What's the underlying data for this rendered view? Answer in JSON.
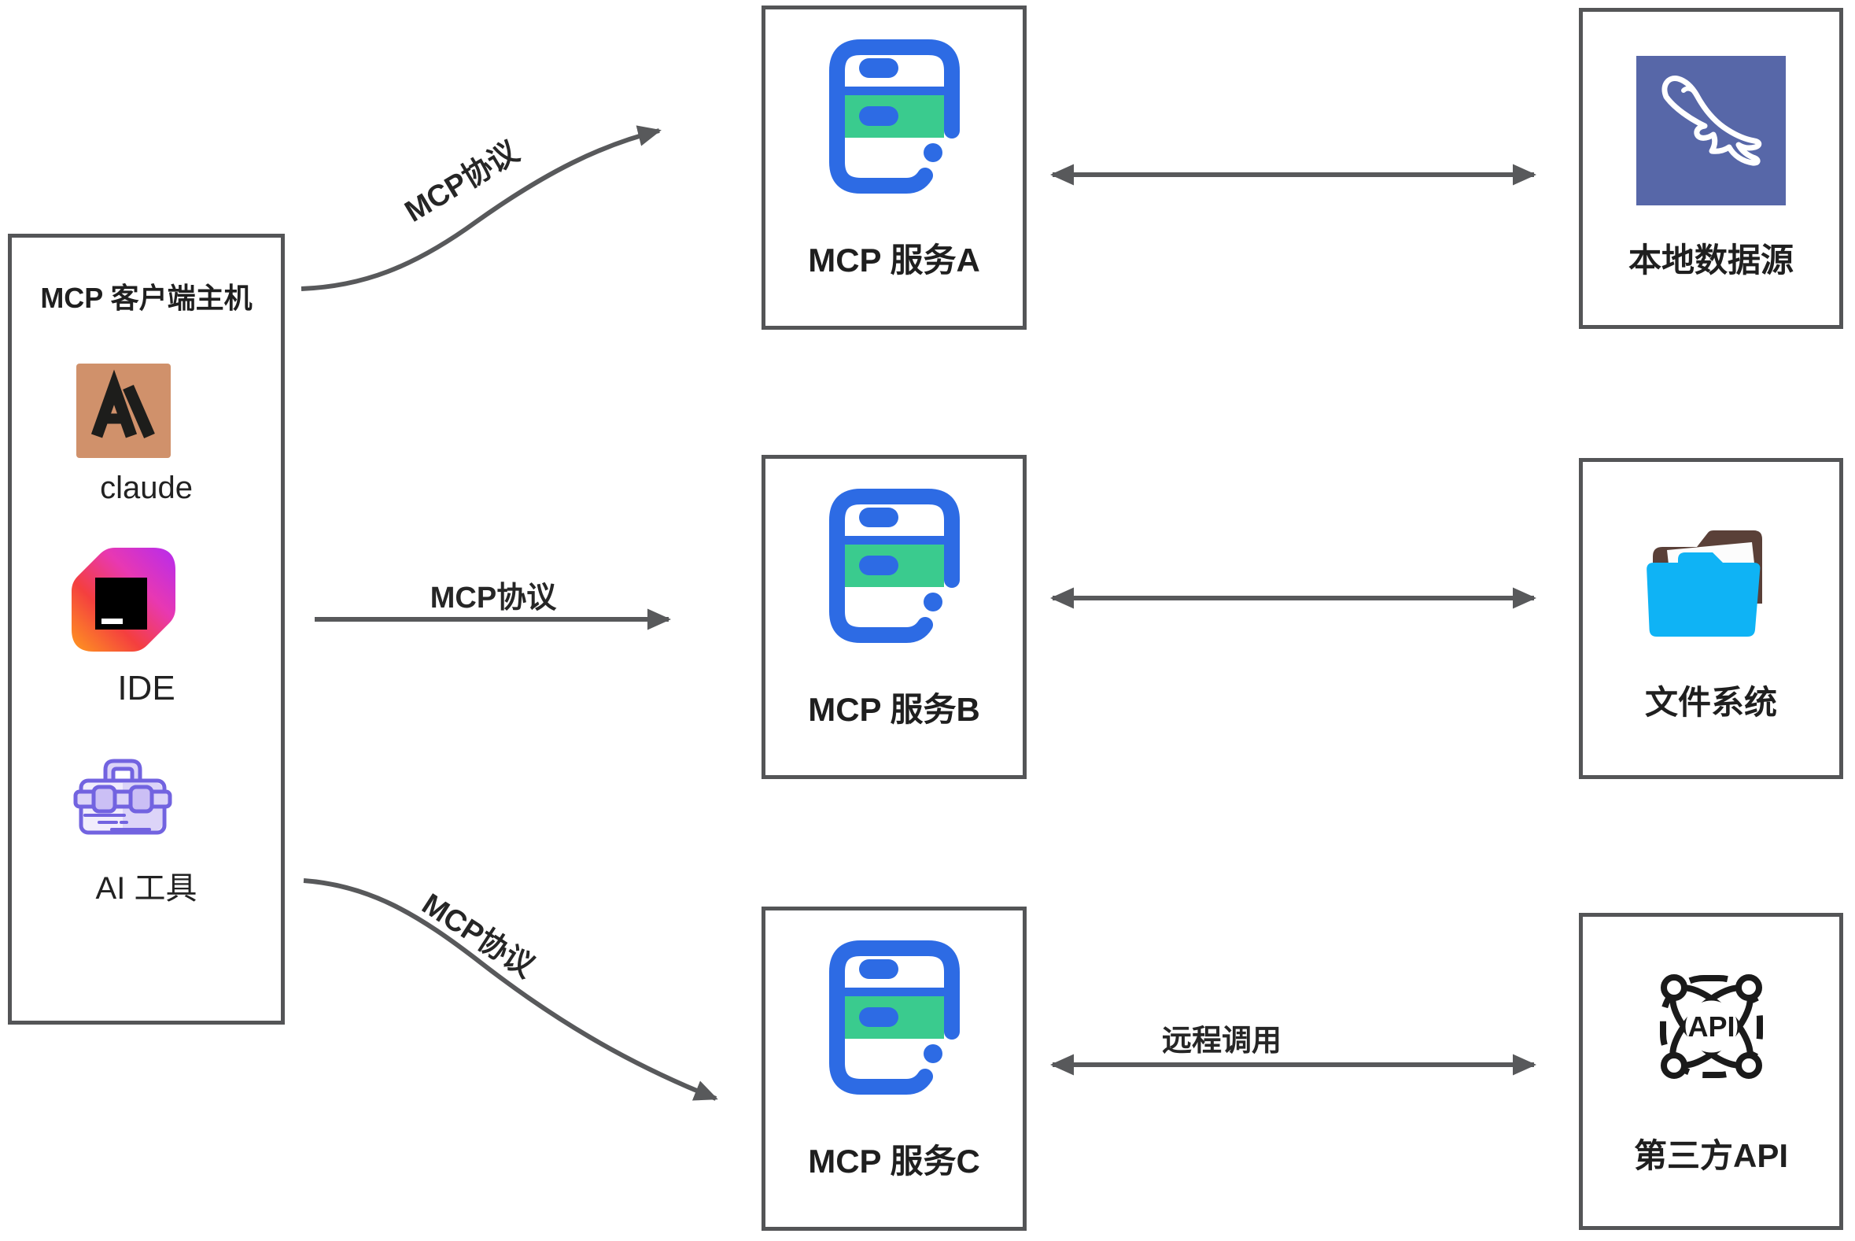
{
  "client": {
    "title": "MCP 客户端主机",
    "items": [
      {
        "label": "claude"
      },
      {
        "label": "IDE"
      },
      {
        "label": "AI 工具"
      }
    ]
  },
  "servers": [
    {
      "label": "MCP 服务A"
    },
    {
      "label": "MCP 服务B"
    },
    {
      "label": "MCP 服务C"
    }
  ],
  "resources": [
    {
      "label": "本地数据源"
    },
    {
      "label": "文件系统"
    },
    {
      "label": "第三方API",
      "icon_text": "API"
    }
  ],
  "edges": {
    "client_server": [
      "MCP协议",
      "MCP协议",
      "MCP协议"
    ],
    "remote_call": "远程调用"
  },
  "colors": {
    "border_gray": "#545557",
    "arrow_gray": "#58595B",
    "text": "#1F1F1F",
    "server_blue": "#2D6BE4",
    "server_green": "#3ACB8E",
    "mysql_blue": "#5767A8",
    "folder_cyan": "#0FB3F5",
    "folder_brown": "#5A4038",
    "toolbox_purple": "#7263E0",
    "claude_tan": "#D0916B"
  }
}
